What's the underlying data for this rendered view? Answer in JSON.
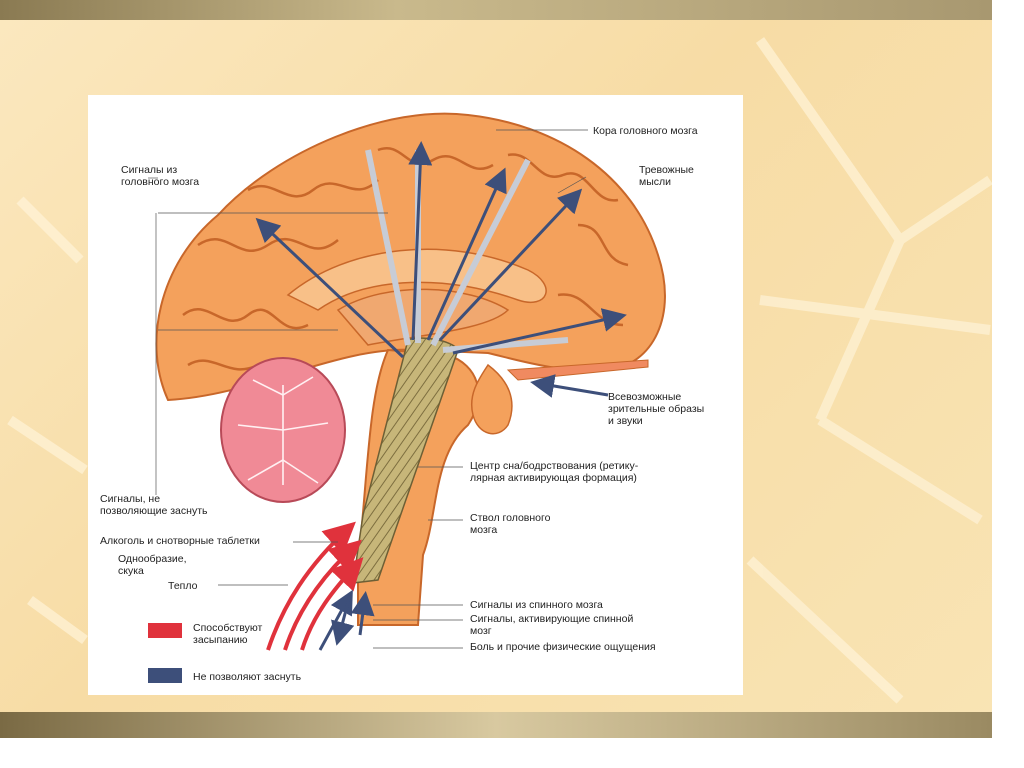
{
  "diagram": {
    "labels": {
      "cortex": "Кора головного мозга",
      "brain_signals": "Сигналы из\nголовного мозга",
      "anxious_thoughts": "Тревожные\nмысли",
      "visual_sounds": "Всевозможные\nзрительные образы\nи звуки",
      "sleep_center": "Центр сна/бодрствования (ретику-\nлярная активирующая формация)",
      "no_sleep_signals": "Сигналы, не\nпозволяющие заснуть",
      "alcohol": "Алкоголь и снотворные таблетки",
      "monotony": "Однообразие,\nскука",
      "warmth": "Тепло",
      "brainstem": "Ствол головного\nмозга",
      "spinal_signals": "Сигналы из спинного мозга",
      "spinal_activating": "Сигналы, активирующие спинной\nмозг",
      "pain": "Боль и прочие физические ощущения"
    },
    "legend": {
      "promote_label": "Способствуют\nзасыпанию",
      "prevent_label": "Не позволяют заснуть",
      "promote_color": "#e0323c",
      "prevent_color": "#3d4f7a"
    }
  }
}
